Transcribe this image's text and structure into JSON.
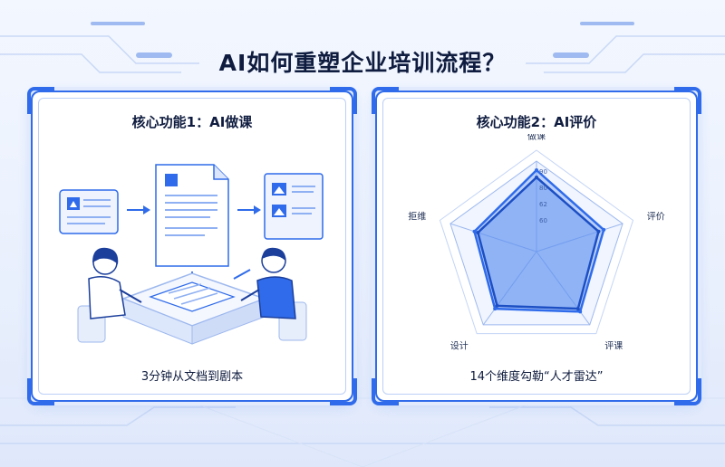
{
  "title": "AI如何重塑企业培训流程？",
  "left_panel": {
    "title": "核心功能1：AI做课",
    "caption": "3分钟从文档到剧本"
  },
  "right_panel": {
    "title": "核心功能2：AI评价",
    "caption": "14个维度勾勒“人才雷达”"
  },
  "colors": {
    "accent": "#2f6bea",
    "dark_text": "#0f1c3f",
    "radar_fill": "#5b8ff0"
  },
  "chart_data": {
    "type": "radar",
    "axes": [
      "做课",
      "评价",
      "评课",
      "设计",
      "拒维"
    ],
    "tick_labels": [
      "60",
      "62",
      "80",
      "90"
    ],
    "rmax": 100,
    "series": [
      {
        "values": [
          90,
          78,
          82,
          78,
          72
        ]
      },
      {
        "values": [
          82,
          72,
          78,
          74,
          68
        ]
      }
    ]
  }
}
